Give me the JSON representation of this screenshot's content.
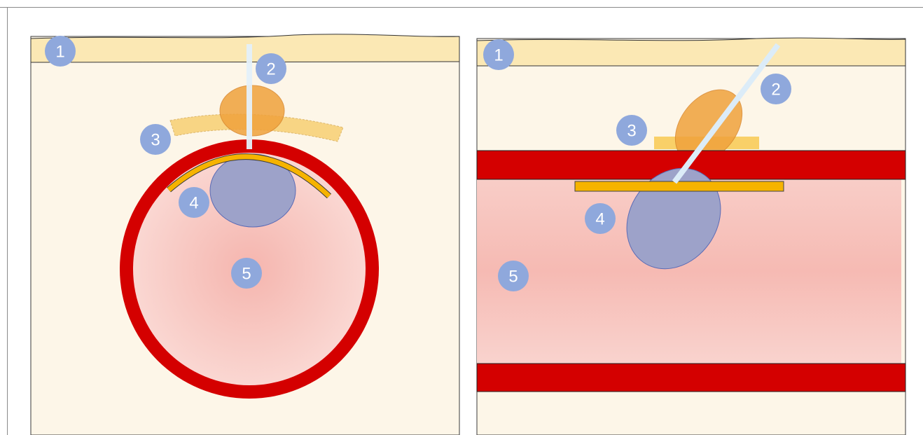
{
  "panels": [
    {
      "id": "cross-section",
      "labels": {
        "skin": "1",
        "needle": "2",
        "seal": "3",
        "plug": "4",
        "lumen": "5"
      }
    },
    {
      "id": "longitudinal",
      "labels": {
        "skin": "1",
        "needle": "2",
        "seal": "3",
        "plug": "4",
        "lumen": "5"
      }
    }
  ],
  "colors": {
    "background": "#fdf6e8",
    "skin": "#fbe8b4",
    "vessel_wall": "#d40000",
    "lumen": "#f7c6c1",
    "anchor": "#f6b300",
    "plug": "#9da2c9",
    "seal": "#f0a23c",
    "needle": "#dcecf8",
    "label_badge": "#8fa8dc"
  }
}
